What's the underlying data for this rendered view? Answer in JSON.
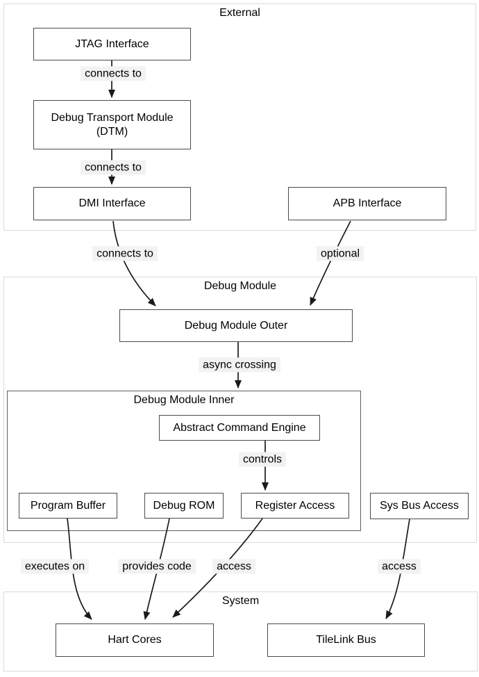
{
  "clusters": {
    "external": {
      "title": "External"
    },
    "debug_module": {
      "title": "Debug Module"
    },
    "debug_module_inner": {
      "title": "Debug Module Inner"
    },
    "system": {
      "title": "System"
    }
  },
  "nodes": {
    "jtag_interface": {
      "label": "JTAG Interface"
    },
    "debug_transport_module": {
      "label": "Debug Transport Module (DTM)"
    },
    "dmi_interface": {
      "label": "DMI Interface"
    },
    "apb_interface": {
      "label": "APB Interface"
    },
    "debug_module_outer": {
      "label": "Debug Module Outer"
    },
    "abstract_command_engine": {
      "label": "Abstract Command Engine"
    },
    "program_buffer": {
      "label": "Program Buffer"
    },
    "debug_rom": {
      "label": "Debug ROM"
    },
    "register_access": {
      "label": "Register Access"
    },
    "sys_bus_access": {
      "label": "Sys Bus Access"
    },
    "hart_cores": {
      "label": "Hart Cores"
    },
    "tilelink_bus": {
      "label": "TileLink Bus"
    }
  },
  "edge_labels": {
    "jtag_to_dtm": "connects to",
    "dtm_to_dmi": "connects to",
    "dmi_to_outer": "connects to",
    "apb_to_outer": "optional",
    "outer_to_inner": "async crossing",
    "ace_to_register": "controls",
    "program_buffer_to_hart": "executes on",
    "debug_rom_to_hart": "provides code",
    "register_access_to_hart": "access",
    "sys_bus_to_tilelink": "access"
  },
  "colors": {
    "node_border": "#4a4a4a",
    "cluster_border": "#d9d9d9",
    "inner_cluster_border": "#5e5e5e",
    "edge": "#1a1a1a",
    "edge_label_bg": "#f2f2f2",
    "text": "#000000",
    "background": "#ffffff"
  }
}
